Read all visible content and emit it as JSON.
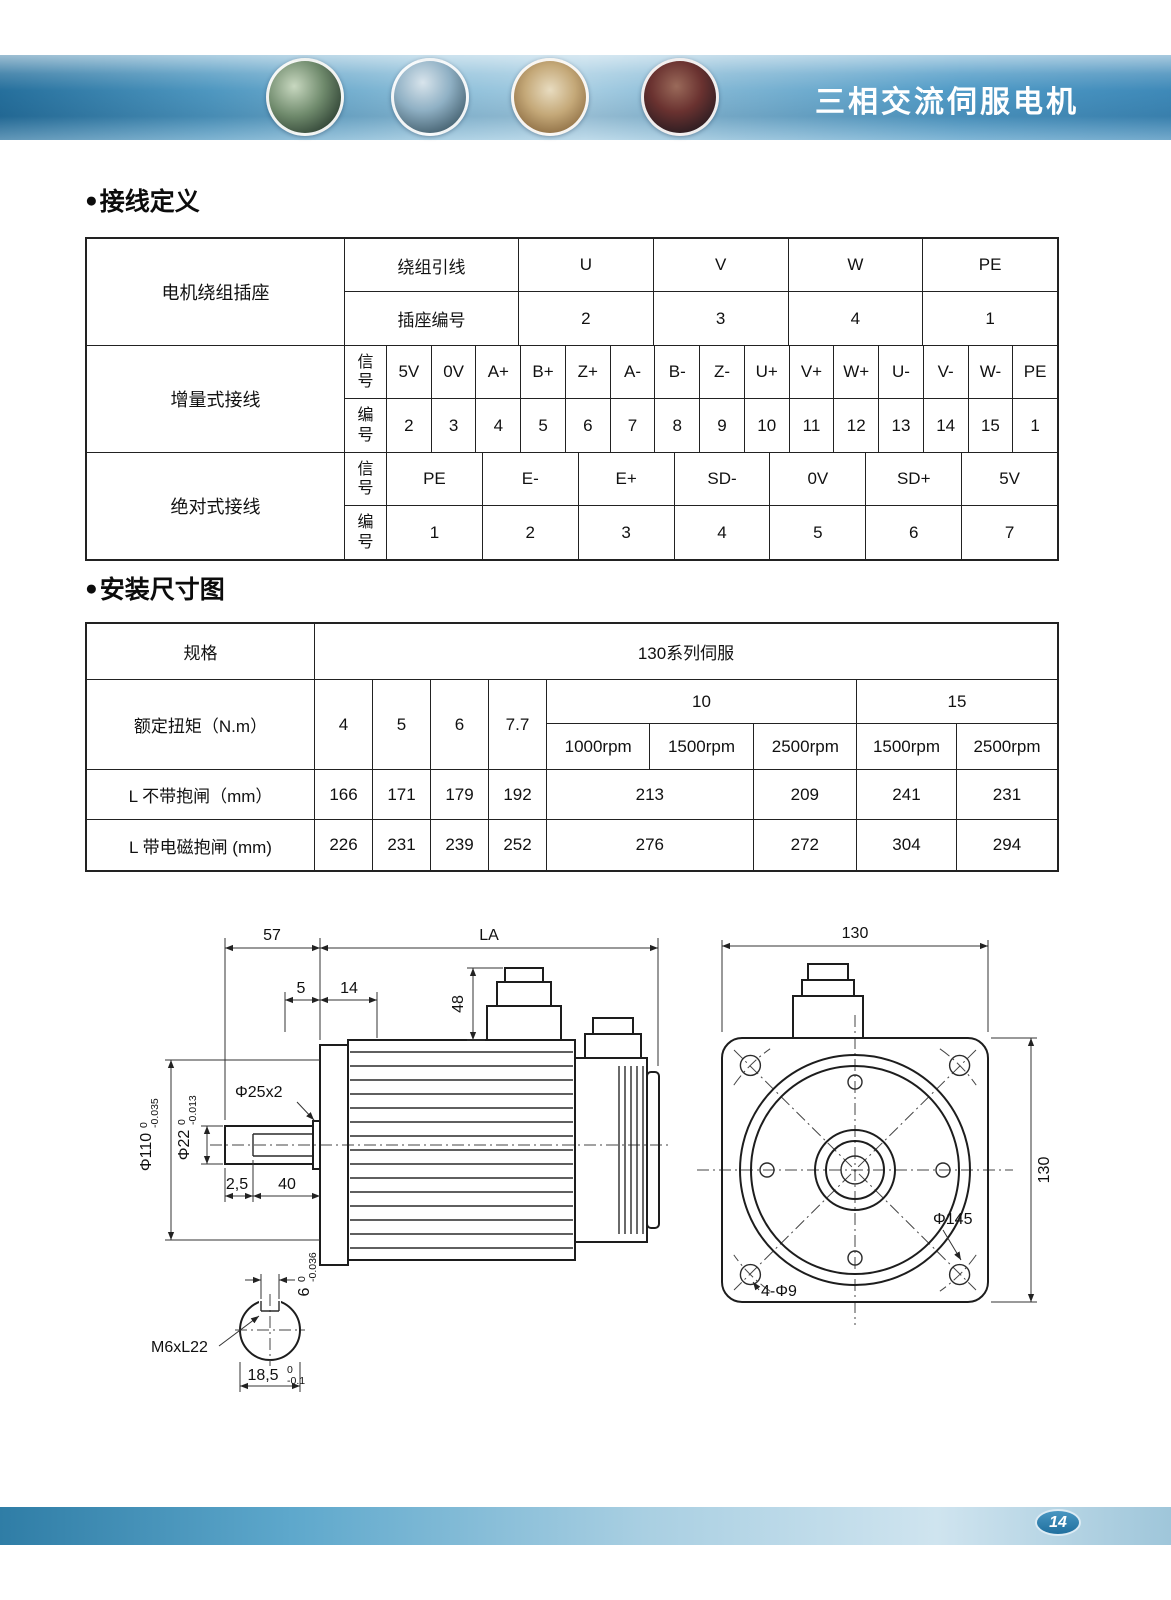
{
  "header": {
    "title": "三相交流伺服电机"
  },
  "sections": {
    "bullet": "●",
    "wiring_title": "接线定义",
    "mounting_title": "安装尺寸图"
  },
  "wiring_table": {
    "motor_socket_label": "电机绕组插座",
    "winding_lead_label": "绕组引线",
    "socket_number_label": "插座编号",
    "leads": [
      "U",
      "V",
      "W",
      "PE"
    ],
    "socket_numbers": [
      "2",
      "3",
      "4",
      "1"
    ],
    "incremental_label": "增量式接线",
    "absolute_label": "绝对式接线",
    "signal_label": "信号",
    "number_label": "编号",
    "incremental_signals": [
      "5V",
      "0V",
      "A+",
      "B+",
      "Z+",
      "A-",
      "B-",
      "Z-",
      "U+",
      "V+",
      "W+",
      "U-",
      "V-",
      "W-",
      "PE"
    ],
    "incremental_numbers": [
      "2",
      "3",
      "4",
      "5",
      "6",
      "7",
      "8",
      "9",
      "10",
      "11",
      "12",
      "13",
      "14",
      "15",
      "1"
    ],
    "absolute_signals": [
      "PE",
      "E-",
      "E+",
      "SD-",
      "0V",
      "SD+",
      "5V"
    ],
    "absolute_numbers": [
      "1",
      "2",
      "3",
      "4",
      "5",
      "6",
      "7"
    ]
  },
  "mounting_table": {
    "spec_label": "规格",
    "series_label": "130系列伺服",
    "torque_label": "额定扭矩（N.m）",
    "torques": [
      "4",
      "5",
      "6",
      "7.7"
    ],
    "group10_label": "10",
    "group15_label": "15",
    "group10_speeds": [
      "1000rpm",
      "1500rpm",
      "2500rpm"
    ],
    "group15_speeds": [
      "1500rpm",
      "2500rpm"
    ],
    "no_brake_label": "L 不带抱闸（mm）",
    "no_brake_values": [
      "166",
      "171",
      "179",
      "192",
      "213",
      "209",
      "241",
      "231"
    ],
    "brake_label": "L 带电磁抱闸 (mm)",
    "brake_values": [
      "226",
      "231",
      "239",
      "252",
      "276",
      "272",
      "304",
      "294"
    ]
  },
  "drawing": {
    "side": {
      "dim_57": "57",
      "dim_la": "LA",
      "dim_5": "5",
      "dim_14": "14",
      "dim_48": "48",
      "dim_shaft_groove": "Φ25x2",
      "dim_shaft_dia": "Φ22",
      "dim_shaft_dia_tol_upper": "0",
      "dim_shaft_dia_tol_lower": "-0.013",
      "dim_spigot_dia": "Φ110",
      "dim_spigot_tol_upper": "0",
      "dim_spigot_tol_lower": "-0.035",
      "dim_2_5": "2,5",
      "dim_40": "40",
      "key_width": "6",
      "key_width_tol_upper": "0",
      "key_width_tol_lower": "-0.036",
      "key_label": "M6xL22",
      "key_depth": "18,5",
      "key_depth_tol_upper": "0",
      "key_depth_tol_lower": "-0.1"
    },
    "front": {
      "dim_width": "130",
      "dim_height": "130",
      "bolt_circle": "Φ145",
      "holes": "4-Φ9"
    }
  },
  "footer": {
    "page_number": "14"
  }
}
